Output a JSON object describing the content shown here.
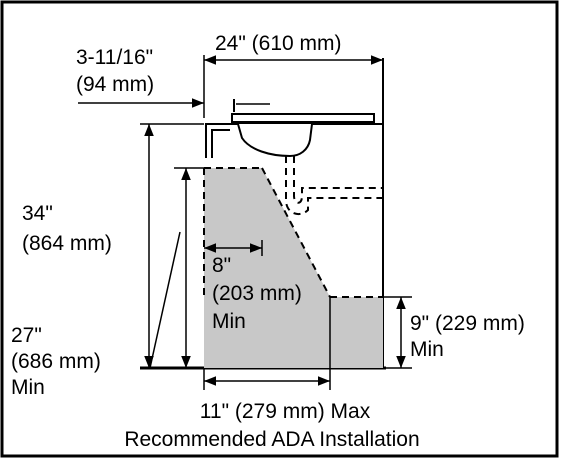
{
  "diagram": {
    "width_label": "24\" (610 mm)",
    "offset_label_line1": "3-11/16\"",
    "offset_label_line2": "(94 mm)",
    "height_label_line1": "34\"",
    "height_label_line2": "(864 mm)",
    "knee_label_line1": "27\"",
    "knee_label_line2": "(686 mm)",
    "knee_label_line3": "Min",
    "depth_label_line1": "8\"",
    "depth_label_line2": "(203 mm)",
    "depth_label_line3": "Min",
    "toe_label_line1": "9\" (229 mm)",
    "toe_label_line2": "Min",
    "max_depth_label": "11\" (279 mm) Max",
    "caption": "Recommended ADA Installation"
  }
}
